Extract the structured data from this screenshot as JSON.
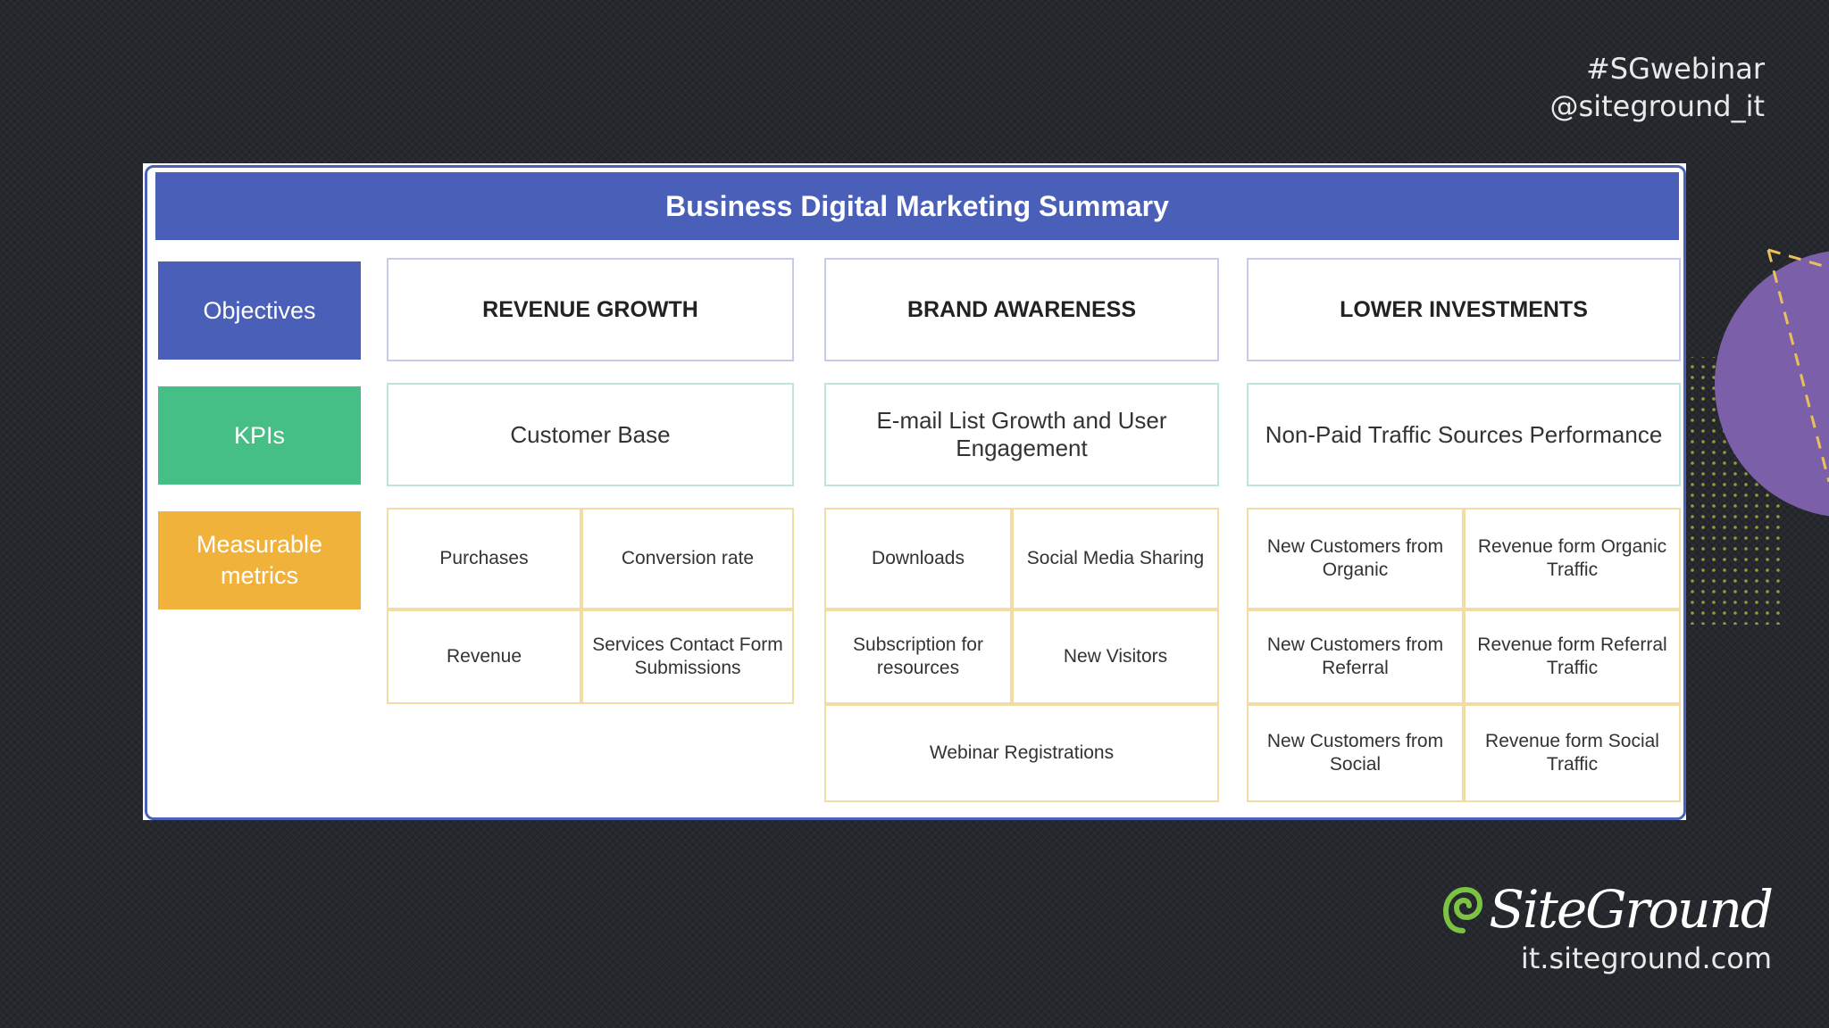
{
  "header": {
    "hashtag": "#SGwebinar",
    "handle": "@siteground_it"
  },
  "summary": {
    "title": "Business Digital Marketing Summary",
    "row_labels": {
      "objectives": "Objectives",
      "kpis": "KPIs",
      "metrics": "Measurable metrics"
    },
    "columns": [
      {
        "objective": "REVENUE GROWTH",
        "kpi": "Customer Base",
        "metrics": [
          "Purchases",
          "Conversion rate",
          "Revenue",
          "Services Contact Form Submissions"
        ]
      },
      {
        "objective": "BRAND AWARENESS",
        "kpi": "E-mail List Growth and User Engagement",
        "metrics": [
          "Downloads",
          "Social Media Sharing",
          "Subscription for resources",
          "New Visitors",
          "Webinar Registrations"
        ]
      },
      {
        "objective": "LOWER INVESTMENTS",
        "kpi": "Non-Paid Traffic Sources Performance",
        "metrics": [
          "New Customers from Organic",
          "Revenue form Organic Traffic",
          "New Customers from Referral",
          "Revenue form Referral Traffic",
          "New Customers from Social",
          "Revenue form Social Traffic"
        ]
      }
    ]
  },
  "footer": {
    "logo_text": "SiteGround",
    "url": "it.siteground.com"
  },
  "colors": {
    "title_bar": "#4a5fb8",
    "objectives": "#4a5fb8",
    "kpis": "#45bf85",
    "metrics": "#f0b23a",
    "background": "#25282d",
    "accent_purple": "#7b5fa8",
    "logo_green": "#7cc243"
  }
}
